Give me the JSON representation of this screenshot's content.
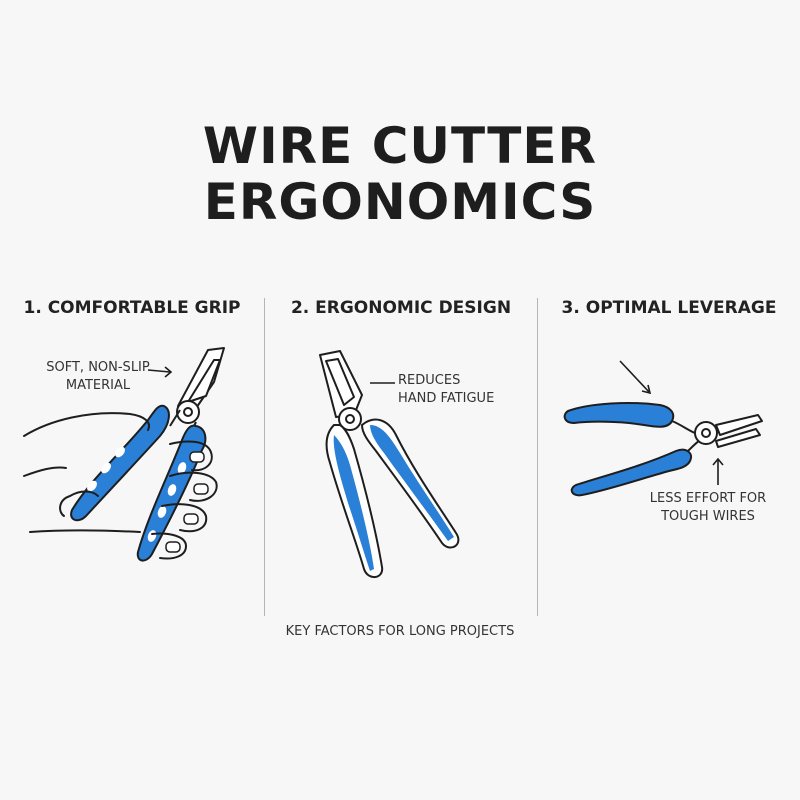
{
  "title": {
    "line1": "WIRE CUTTER",
    "line2": "ERGONOMICS"
  },
  "panels": [
    {
      "heading": "1. COMFORTABLE GRIP",
      "note_line1": "SOFT, NON-SLIP",
      "note_line2": "MATERIAL",
      "icon": "hand-holding-pliers-icon"
    },
    {
      "heading": "2. ERGONOMIC DESIGN",
      "note_line1": "REDUCES",
      "note_line2": "HAND FATIGUE",
      "icon": "pliers-icon"
    },
    {
      "heading": "3. OPTIMAL LEVERAGE",
      "note_line1": "LESS EFFORT FOR",
      "note_line2": "TOUGH WIRES",
      "icon": "pliers-horizontal-icon"
    }
  ],
  "footer": "KEY FACTORS FOR LONG PROJECTS",
  "colors": {
    "accent": "#2a7fd6",
    "ink": "#1e1e1e",
    "background": "#f7f7f7"
  }
}
